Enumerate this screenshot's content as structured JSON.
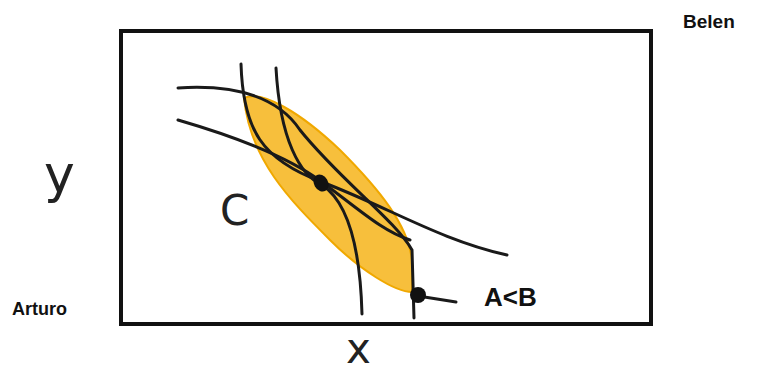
{
  "diagram": {
    "labels": [
      "Belen",
      "y",
      "Arturo",
      "x",
      "C",
      "A<B"
    ]
  }
}
